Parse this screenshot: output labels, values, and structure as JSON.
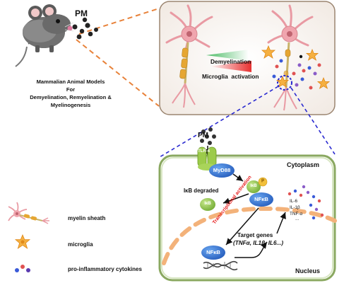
{
  "model": {
    "agent": "PM",
    "title_lines": [
      "Mammalian Animal Models",
      "For",
      "Demyelination, Remyelination &",
      "Myelinogenesis"
    ]
  },
  "panel_top": {
    "arrow_labels": [
      "Demyelination",
      "Microglia  activation"
    ]
  },
  "panel_cell": {
    "agent": "PM",
    "receptor": "TLR-4",
    "region_labels": [
      "Cytoplasm",
      "Nucleus"
    ],
    "nodes": {
      "myd88": "MyD88",
      "ikb": "IκB",
      "p": "p",
      "nfkb": "NFκB",
      "ikb_free": "IκB",
      "nfkb_nucleus": "NFκB"
    },
    "ikb_degraded": "IκB degraded",
    "transcription_label": "Transcriptional activation",
    "target_genes_title": "Target genes",
    "target_genes_list": "(TNFα, IL1β, IL6...)",
    "cytokines": [
      "IL-6",
      "IL-1β",
      "TNF-α"
    ],
    "dots_label": "..."
  },
  "legend": [
    {
      "label": "myelin sheath",
      "icon": "neuron-icon"
    },
    {
      "label": "microglia",
      "icon": "microglia-icon"
    },
    {
      "label": "pro-inflammatory cytokines",
      "icon": "cytokine-dots-icon"
    }
  ],
  "colors": {
    "dashed_orange": "#e8823a",
    "dashed_blue": "#2a2ad0",
    "cell_border": "#8aa860",
    "node_blue": "#2f6fd0",
    "node_green": "#8cc63f",
    "nucleus_dash": "#f3b27a",
    "demyelination_red": "#e83030",
    "panel_border": "#9b8570"
  }
}
